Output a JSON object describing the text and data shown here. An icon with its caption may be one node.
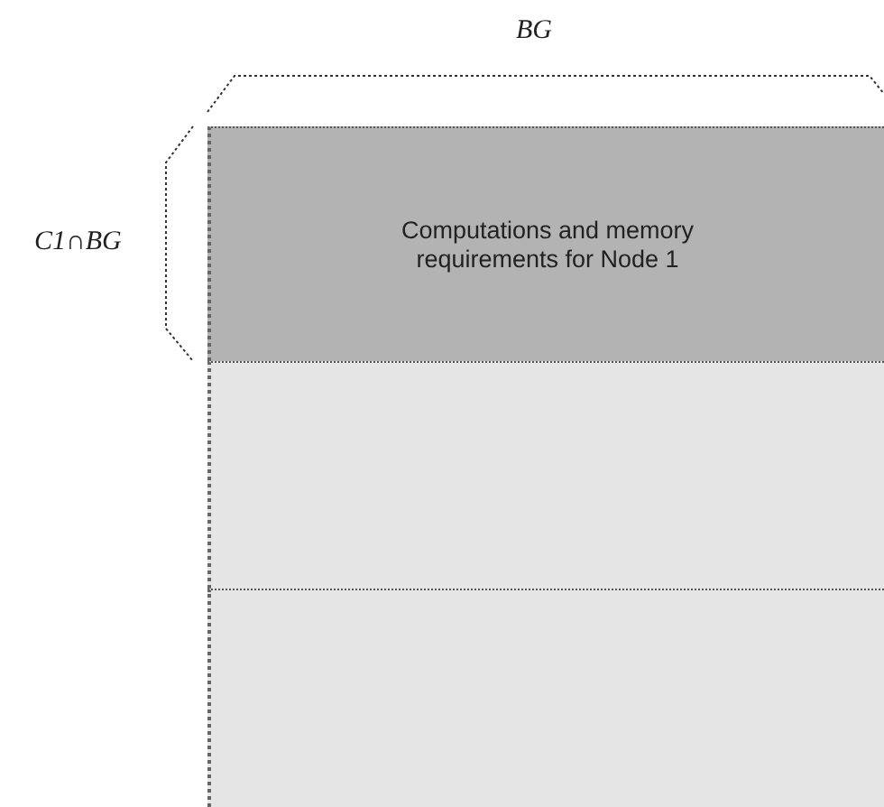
{
  "diagram": {
    "nodes": [
      {
        "text": [
          "Computations and memory requirements for Node 1"
        ]
      },
      {
        "text": [],
        "shape": "box"
      },
      {
        "text": [],
        "shape": "box"
      }
    ],
    "labels": [
      "BG",
      "C1∩BG"
    ]
  }
}
